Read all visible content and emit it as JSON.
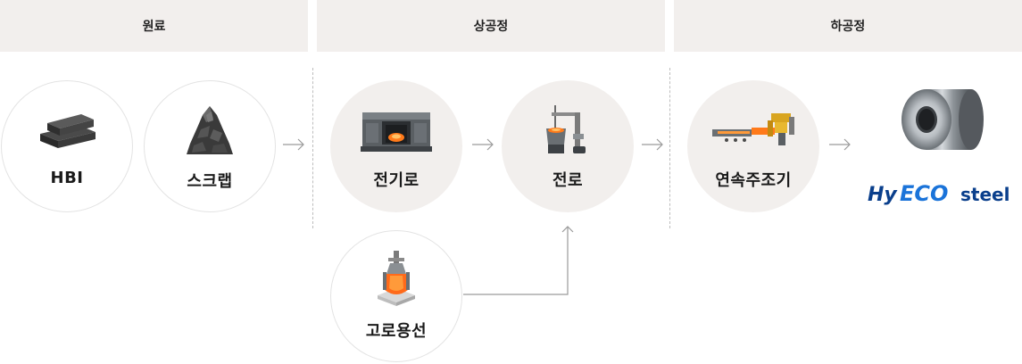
{
  "sections": {
    "raw": "원료",
    "upstream": "상공정",
    "downstream": "하공정"
  },
  "nodes": {
    "hbi": "HBI",
    "scrap": "스크랩",
    "eaf": "전기로",
    "converter": "전로",
    "blast_furnace": "고로용선",
    "caster": "연속주조기"
  },
  "logo": {
    "hy": "Hy",
    "eco": "ECO",
    "steel": "steel",
    "colors": {
      "hy": "#0a3f8c",
      "eco": "#1a73d9",
      "steel": "#0a3f8c"
    }
  },
  "icons": {
    "hbi": "hbi-ingot-icon",
    "scrap": "scrap-pile-icon",
    "eaf": "electric-arc-furnace-icon",
    "converter": "converter-icon",
    "blast_furnace": "blast-furnace-icon",
    "caster": "continuous-caster-icon",
    "product": "steel-coil-icon",
    "arrow": "arrow-right-icon"
  },
  "colors": {
    "header_bg": "#f2efed",
    "node_fill": "#f2efed",
    "node_border": "#e3e3e3",
    "arrow": "#9a9a9a",
    "molten": "#ff6a1a"
  }
}
